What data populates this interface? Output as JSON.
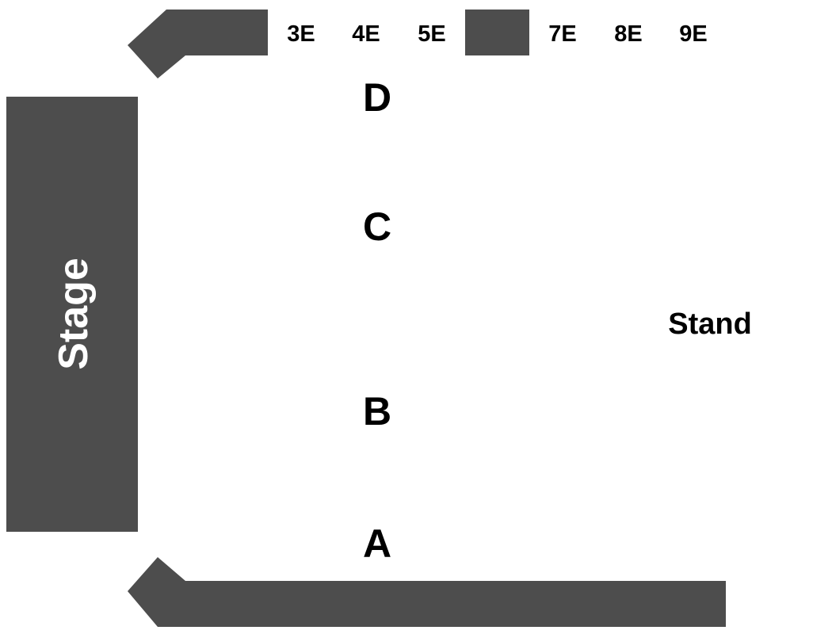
{
  "map": {
    "stage_label": "Stage",
    "stand_label": "Stand",
    "top_row_labels": [
      "3E",
      "4E",
      "5E",
      "7E",
      "8E",
      "9E"
    ],
    "sections": [
      "D",
      "C",
      "B",
      "A"
    ],
    "colors": {
      "block": "#4d4d4d",
      "stage_text": "#ffffff",
      "text": "#000000",
      "background": "#ffffff"
    }
  }
}
